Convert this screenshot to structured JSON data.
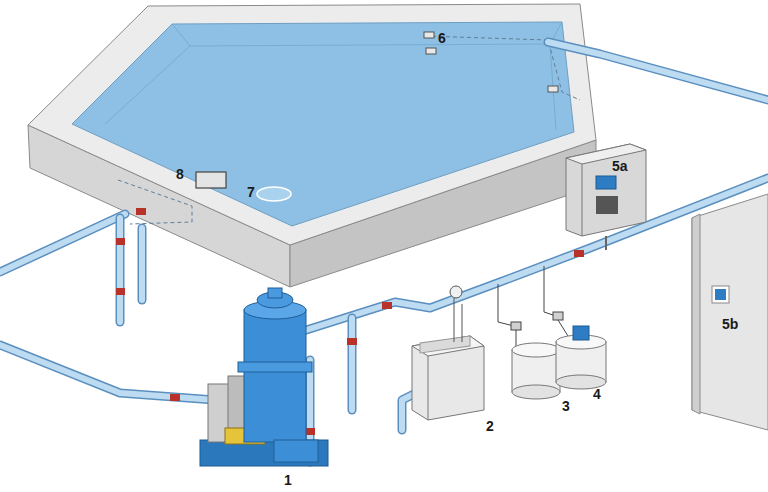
{
  "diagram": {
    "labels": [
      "6",
      "8",
      "7",
      "5a",
      "5b",
      "1",
      "2",
      "3",
      "4"
    ]
  }
}
